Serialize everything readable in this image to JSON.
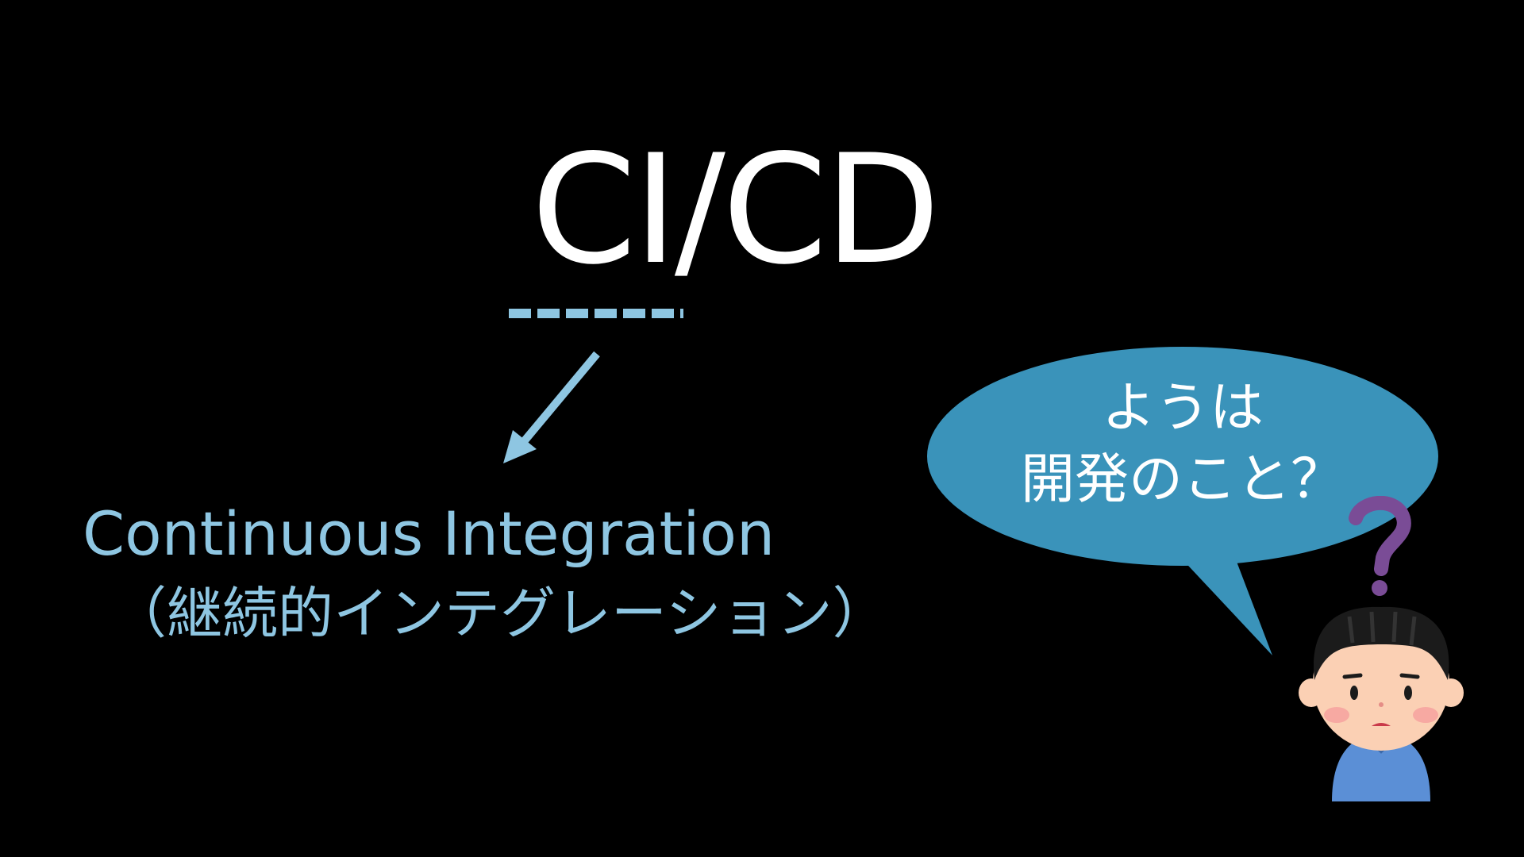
{
  "slide": {
    "title": "CI/CD",
    "term_en": "Continuous Integration",
    "term_ja": "（継続的インテグレーション）",
    "speech_line1": "ようは",
    "speech_line2": "開発のこと？"
  },
  "colors": {
    "background": "#000000",
    "title": "#ffffff",
    "accent": "#8ec6e2",
    "bubble": "#3a93ba",
    "question_mark": "#7a4c96",
    "shirt": "#5b8fd6",
    "skin": "#fbd0b4",
    "hair": "#1b1b1b"
  },
  "icons": {
    "arrow": "arrow-down-left-icon",
    "bubble": "speech-bubble-icon",
    "person": "confused-person-icon",
    "question": "question-mark-icon"
  }
}
